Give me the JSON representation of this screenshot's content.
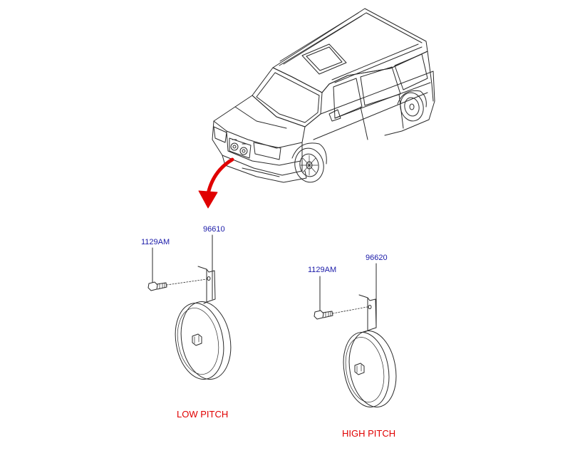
{
  "colors": {
    "line": "#2a2a2a",
    "part_number": "#1a1aa8",
    "caption": "#e00000",
    "arrow": "#e00000"
  },
  "left_assembly": {
    "bolt_part_number": "1129AM",
    "horn_part_number": "96610",
    "caption": "LOW PITCH"
  },
  "right_assembly": {
    "bolt_part_number": "1129AM",
    "horn_part_number": "96620",
    "caption": "HIGH PITCH"
  }
}
